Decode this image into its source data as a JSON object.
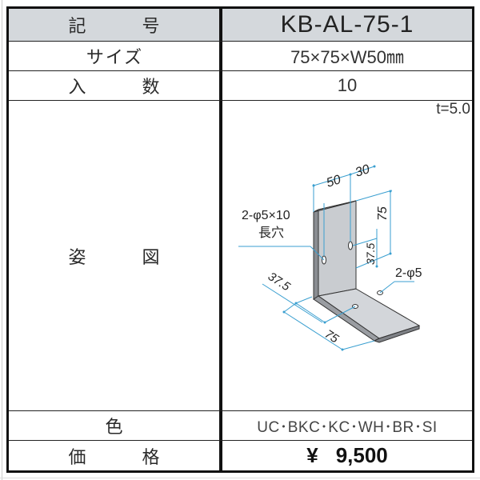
{
  "spec_table": {
    "header": {
      "label": "記　号",
      "value": "KB-AL-75-1"
    },
    "rows": [
      {
        "label": "サイズ",
        "value": "75×75×W50㎜"
      },
      {
        "label": "入　数",
        "value": "10"
      },
      {
        "label": "姿　図",
        "value": ""
      },
      {
        "label": "色",
        "value": "UC･BKC･KC･WH･BR･SI"
      },
      {
        "label": "価　格",
        "value": "9,500",
        "currency": "¥"
      }
    ]
  },
  "drawing": {
    "thickness_label": "t=5.0",
    "dimensions": {
      "width_50": "50",
      "offset_30": "30",
      "height_75": "75",
      "hole_height_37_5": "37.5",
      "depth_37_5": "37.5",
      "depth_75": "75"
    },
    "callouts": {
      "slot_holes_line1": "2-φ5×10",
      "slot_holes_line2": "長穴",
      "round_holes": "2-φ5"
    },
    "colors": {
      "plate_face": "#c9ccd0",
      "plate_edge": "#8a8d92",
      "dimension_line": "#3a9fd0"
    }
  },
  "colors": {
    "header_bg": "#d4d8dc",
    "border": "#111111"
  }
}
